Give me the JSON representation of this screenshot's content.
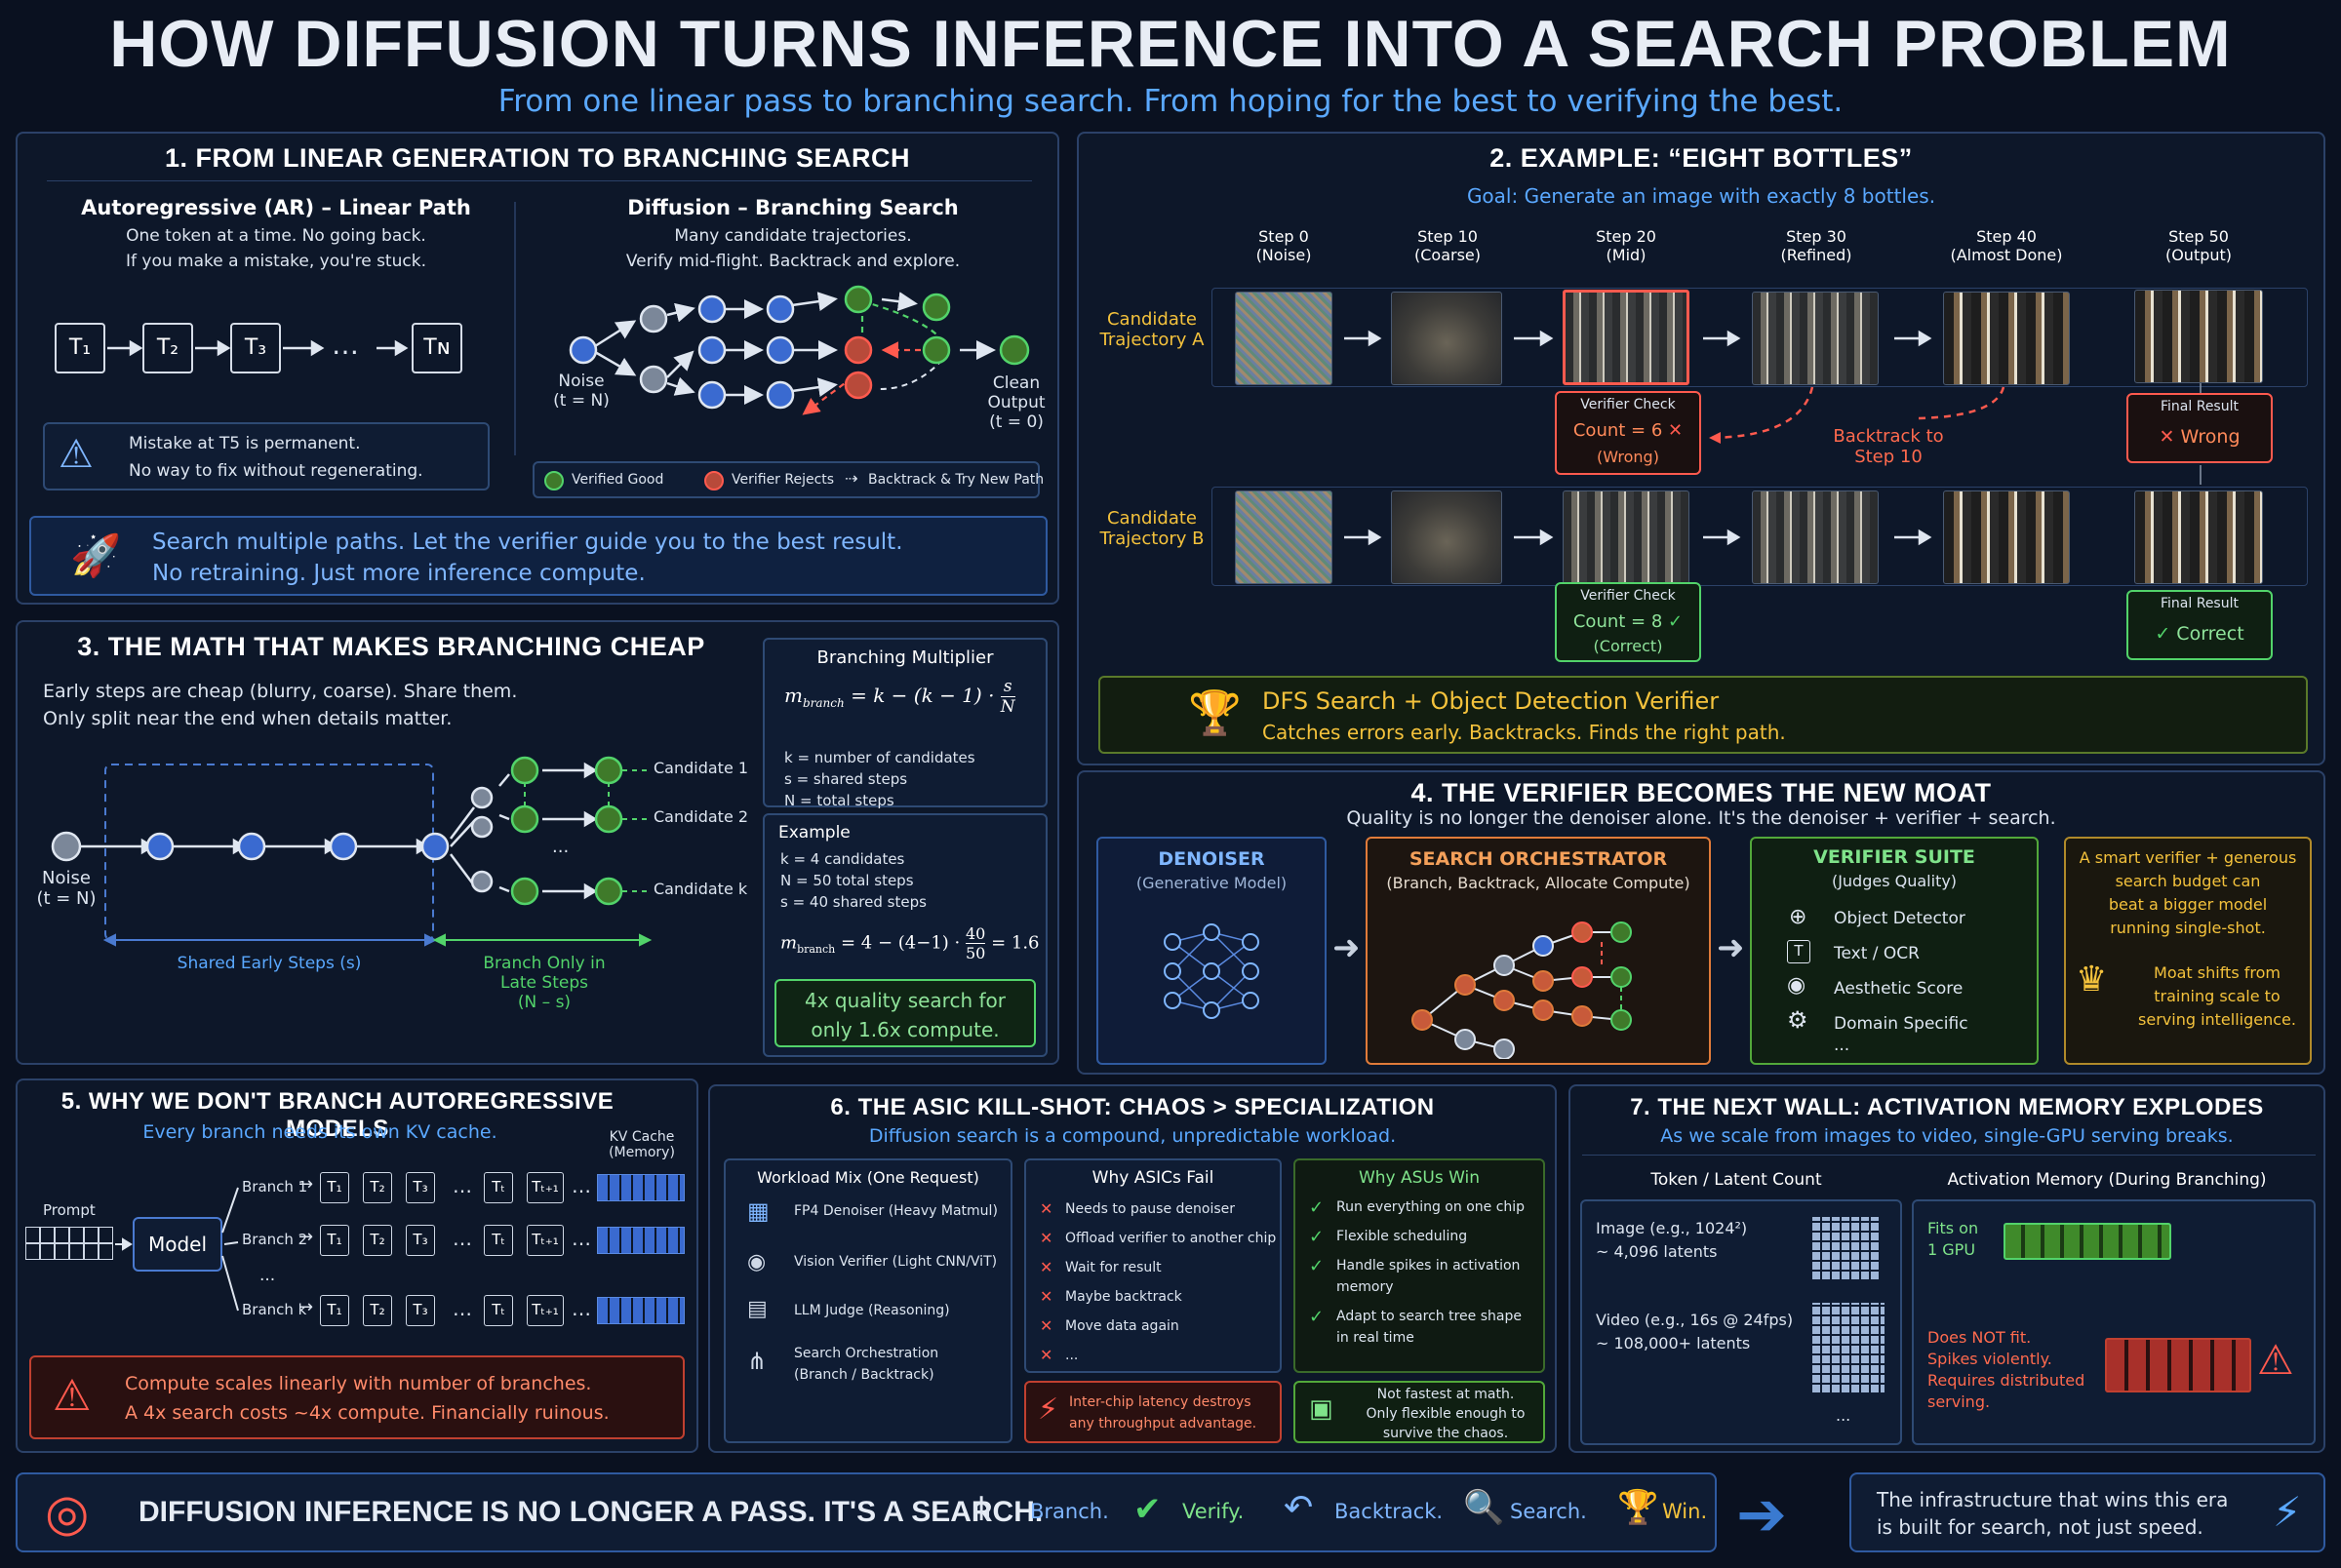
{
  "title": "HOW DIFFUSION TURNS INFERENCE INTO A SEARCH PROBLEM",
  "subtitle": "From one linear pass to branching search. From hoping for the best to verifying the best.",
  "s1": {
    "heading": "1. FROM LINEAR GENERATION TO BRANCHING SEARCH",
    "ar_title": "Autoregressive (AR) – Linear Path",
    "ar_l1": "One token at a time. No going back.",
    "ar_l2": "If you make a mistake, you're stuck.",
    "tokens": [
      "T₁",
      "T₂",
      "T₃",
      "…",
      "Tɴ"
    ],
    "warn_l1": "Mistake at T5 is permanent.",
    "warn_l2": "No way to fix without regenerating.",
    "diff_title": "Diffusion – Branching Search",
    "diff_l1": "Many candidate trajectories.",
    "diff_l2": "Verify mid-flight. Backtrack and explore.",
    "noise_l1": "Noise",
    "noise_l2": "(t = N)",
    "clean_l1": "Clean",
    "clean_l2": "Output",
    "clean_l3": "(t = 0)",
    "legend_good": "Verified Good",
    "legend_reject": "Verifier Rejects",
    "legend_back": "Backtrack & Try New Path",
    "banner_l1": "Search multiple paths. Let the verifier guide you to the best result.",
    "banner_l2": "No retraining. Just more inference compute."
  },
  "s2": {
    "heading": "2. EXAMPLE: “EIGHT BOTTLES”",
    "goal": "Goal: Generate an image with exactly 8 bottles.",
    "steps": [
      {
        "a": "Step 0",
        "b": "(Noise)"
      },
      {
        "a": "Step 10",
        "b": "(Coarse)"
      },
      {
        "a": "Step 20",
        "b": "(Mid)"
      },
      {
        "a": "Step 30",
        "b": "(Refined)"
      },
      {
        "a": "Step 40",
        "b": "(Almost Done)"
      },
      {
        "a": "Step 50",
        "b": "(Output)"
      }
    ],
    "trajA_l1": "Candidate",
    "trajA_l2": "Trajectory A",
    "trajB_l1": "Candidate",
    "trajB_l2": "Trajectory B",
    "vcA_title": "Verifier Check",
    "vcA_count": "Count = 6",
    "vcA_res": "(Wrong)",
    "vcB_title": "Verifier Check",
    "vcB_count": "Count = 8",
    "vcB_res": "(Correct)",
    "back_l1": "Backtrack to",
    "back_l2": "Step 10",
    "frA_title": "Final Result",
    "frA_res": "Wrong",
    "frB_title": "Final Result",
    "frB_res": "Correct",
    "dfs_l1": "DFS Search + Object Detection Verifier",
    "dfs_l2": "Catches errors early. Backtracks. Finds the right path."
  },
  "s3": {
    "heading": "3.  THE MATH THAT MAKES BRANCHING CHEAP",
    "l1": "Early steps are cheap (blurry, coarse). Share them.",
    "l2": "Only split near the end when details matter.",
    "noise_l1": "Noise",
    "noise_l2": "(t = N)",
    "candidates": [
      "Candidate 1",
      "Candidate 2",
      "Candidate k"
    ],
    "dots": "...",
    "shared": "Shared Early Steps (s)",
    "late_l1": "Branch Only in",
    "late_l2": "Late Steps",
    "late_l3": "(N – s)",
    "bm_title": "Branching Multiplier",
    "def_k": "k  = number of candidates",
    "def_s": "s  = shared steps",
    "def_n": "N  = total steps",
    "ex_title": "Example",
    "ex_k": "k  = 4 candidates",
    "ex_n": "N  = 50 total steps",
    "ex_s": "s  = 40 shared steps",
    "formula_result": "= 1.6",
    "quality_l1": "4x quality search for",
    "quality_l2": "only 1.6x compute."
  },
  "s4": {
    "heading": "4.  THE VERIFIER BECOMES THE NEW MOAT",
    "sub": "Quality is no longer the denoiser alone. It's the denoiser + verifier + search.",
    "den_title": "DENOISER",
    "den_sub": "(Generative Model)",
    "orch_title": "SEARCH ORCHESTRATOR",
    "orch_sub": "(Branch, Backtrack, Allocate Compute)",
    "ver_title": "VERIFIER SUITE",
    "ver_sub": "(Judges Quality)",
    "ver_items": [
      "Object Detector",
      "Text / OCR",
      "Aesthetic Score",
      "Domain Specific",
      "..."
    ],
    "moat_l1": "A smart verifier + generous",
    "moat_l2": "search budget can",
    "moat_l3": "beat a bigger model",
    "moat_l4": "running single-shot.",
    "moat_l5": "Moat shifts from",
    "moat_l6": "training scale to",
    "moat_l7": "serving intelligence."
  },
  "s5": {
    "heading": "5.  WHY WE DON'T BRANCH AUTOREGRESSIVE MODELS",
    "sub": "Every branch needs its own KV cache.",
    "kv_l1": "KV Cache",
    "kv_l2": "(Memory)",
    "prompt": "Prompt",
    "model": "Model",
    "branches": [
      "Branch 1",
      "Branch 2",
      "Branch k"
    ],
    "vdots": "...",
    "btoks": [
      "T₁",
      "T₂",
      "T₃",
      "…",
      "Tₜ",
      "Tₜ₊₁",
      "…"
    ],
    "warn_l1": "Compute scales linearly with number of branches.",
    "warn_l2": "A 4x search costs ~4x compute. Financially ruinous."
  },
  "s6": {
    "heading": "6.  THE ASIC KILL-SHOT: CHAOS > SPECIALIZATION",
    "sub": "Diffusion search is a compound, unpredictable workload.",
    "wm_title": "Workload Mix (One Request)",
    "wm": [
      "FP4 Denoiser (Heavy Matmul)",
      "Vision Verifier (Light CNN/ViT)",
      "LLM Judge (Reasoning)",
      "Search Orchestration",
      "(Branch / Backtrack)"
    ],
    "af_title": "Why ASICs Fail",
    "af": [
      "Needs to pause denoiser",
      "Offload verifier to another chip",
      "Wait for result",
      "Maybe backtrack",
      "Move data again",
      "..."
    ],
    "af_note_l1": "Inter-chip latency destroys",
    "af_note_l2": "any throughput advantage.",
    "aw_title": "Why ASUs Win",
    "aw": [
      "Run everything on one chip",
      "Flexible scheduling",
      "Handle spikes in activation",
      "memory",
      "Adapt to search tree shape",
      "in real time"
    ],
    "aw_note_l1": "Not fastest at math.",
    "aw_note_l2": "Only flexible enough to",
    "aw_note_l3": "survive the chaos."
  },
  "s7": {
    "heading": "7.  THE NEXT WALL: ACTIVATION MEMORY EXPLODES",
    "sub": "As we scale from images to video, single-GPU serving breaks.",
    "tl_title": "Token / Latent Count",
    "am_title": "Activation Memory (During Branching)",
    "img_l1": "Image (e.g., 1024²)",
    "img_l2": "~ 4,096 latents",
    "vid_l1": "Video (e.g., 16s @ 24fps)",
    "vid_l2": "~ 108,000+ latents",
    "dots": "...",
    "fit_l1": "Fits on",
    "fit_l2": "1 GPU",
    "nofit": [
      "Does NOT fit.",
      "Spikes violently.",
      "Requires distributed",
      "serving."
    ]
  },
  "footer": {
    "main": "DIFFUSION INFERENCE IS NO LONGER A PASS. IT'S A SEARCH.",
    "items": [
      "Branch.",
      "Verify.",
      "Backtrack.",
      "Search.",
      "Win."
    ],
    "end_l1": "The infrastructure that wins this era",
    "end_l2": "is built for search, not just speed."
  },
  "colors": {
    "bg": "#0a1120",
    "accent": "#5aa8ff",
    "good": "#52d36a",
    "bad": "#ff5a4e",
    "gold": "#f4c23c",
    "orch": "#e07b3a"
  }
}
